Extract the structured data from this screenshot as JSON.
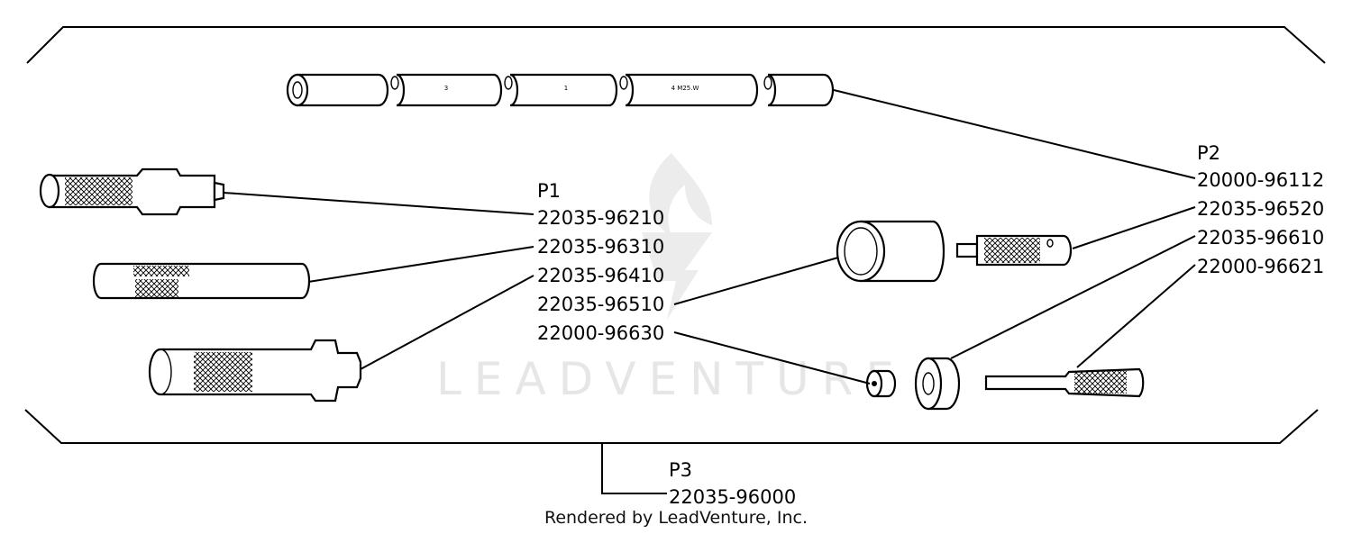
{
  "groups": {
    "p1": {
      "ref": "P1",
      "parts": [
        "22035-96210",
        "22035-96310",
        "22035-96410",
        "22035-96510",
        "22000-96630"
      ]
    },
    "p2": {
      "ref": "P2",
      "parts": [
        "20000-96112",
        "22035-96520",
        "22035-96610",
        "22000-96621"
      ]
    },
    "p3": {
      "ref": "P3",
      "parts": [
        "22035-96000"
      ]
    }
  },
  "watermark": "LEADVENTURE",
  "tube_markings": [
    "3",
    "1",
    "4 M25.W"
  ],
  "credit": "Rendered by LeadVenture, Inc."
}
